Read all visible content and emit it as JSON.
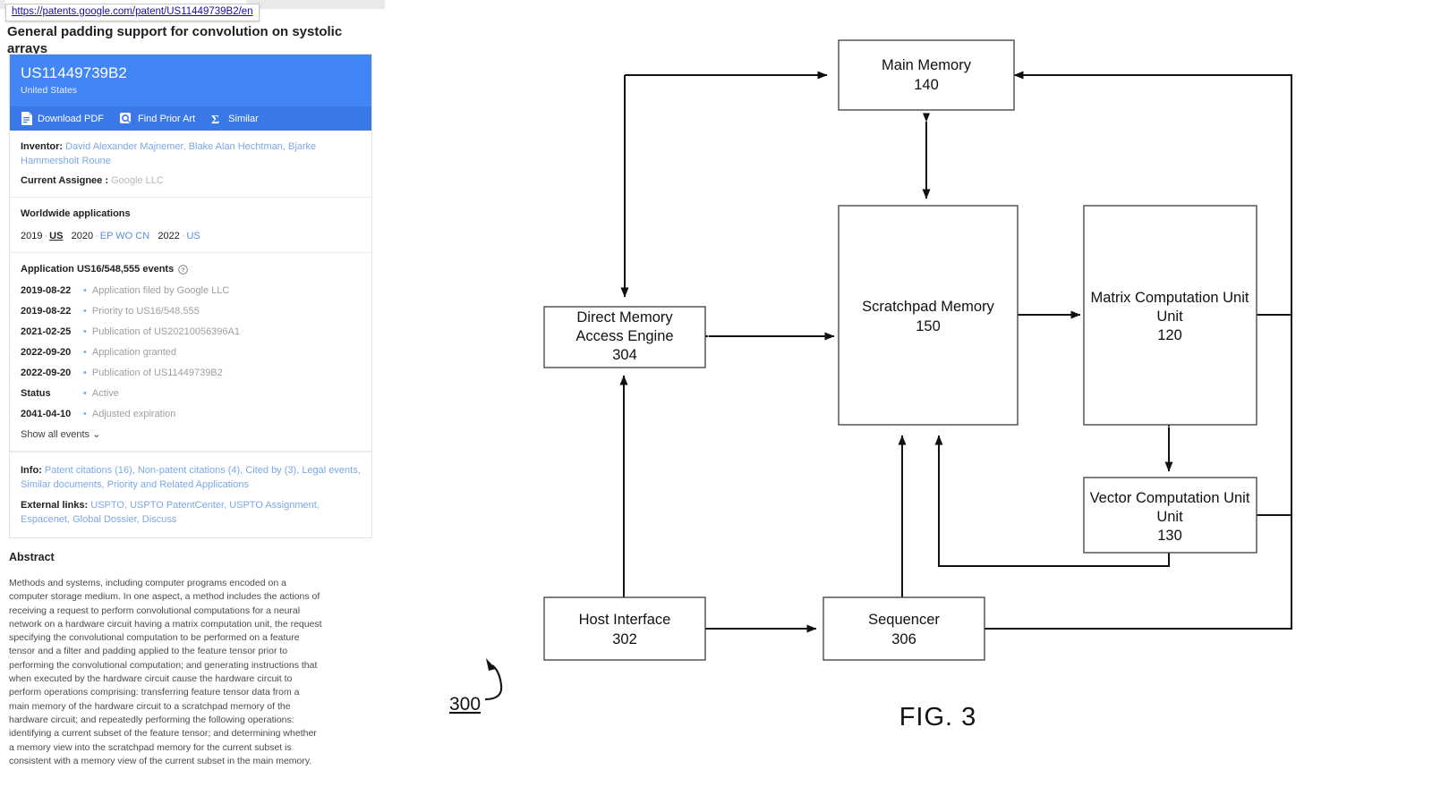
{
  "browser": {
    "url": "https://patents.google.com/patent/US11449739B2/en"
  },
  "patent": {
    "title": "General padding support for convolution on systolic arrays",
    "number": "US11449739B2",
    "country": "United States",
    "actions": [
      {
        "label": "Download PDF",
        "icon": "pdf-document-icon"
      },
      {
        "label": "Find Prior Art",
        "icon": "magnifier-icon"
      },
      {
        "label": "Similar",
        "icon": "sigma-icon"
      }
    ],
    "inventor_label": "Inventor:",
    "inventor_value": "David Alexander Majnemer, Blake Alan Hechtman, Bjarke Hammersholt Roune",
    "assignee_label": "Current Assignee :",
    "assignee_value": "Google LLC",
    "worldwide": {
      "heading": "Worldwide applications",
      "rows": [
        {
          "year": "2019",
          "codes": "US"
        },
        {
          "year": "2020",
          "codes": "EP WO CN"
        },
        {
          "year": "2022",
          "codes": "US"
        }
      ]
    },
    "events": {
      "heading": "Application US16/548,555 events",
      "help_icon": "question-circle-icon",
      "items": [
        {
          "date": "2019-08-22",
          "desc": "Application filed by Google LLC"
        },
        {
          "date": "2019-08-22",
          "desc": "Priority to US16/548,555"
        },
        {
          "date": "2021-02-25",
          "desc": "Publication of US20210056396A1"
        },
        {
          "date": "2022-09-20",
          "desc": "Application granted"
        },
        {
          "date": "2022-09-20",
          "desc": "Publication of US11449739B2"
        },
        {
          "date": "Status",
          "desc": "Active"
        },
        {
          "date": "2041-04-10",
          "desc": "Adjusted expiration"
        }
      ],
      "show_all": "Show all events",
      "show_all_icon": "chevron-down-icon"
    },
    "info": {
      "label": "Info:",
      "links": [
        "Patent citations (16)",
        "Non-patent citations (4)",
        "Cited by (3)",
        "Legal events",
        "Similar documents",
        "Priority and Related Applications"
      ]
    },
    "external": {
      "label": "External links:",
      "links": [
        "USPTO",
        "USPTO PatentCenter",
        "USPTO Assignment",
        "Espacenet",
        "Global Dossier",
        "Discuss"
      ]
    },
    "abstract_heading": "Abstract",
    "abstract_text": "Methods and systems, including computer programs encoded on a computer storage medium. In one aspect, a method includes the actions of receiving a request to perform convolutional computations for a neural network on a hardware circuit having a matrix computation unit, the request specifying the convolutional computation to be performed on a feature tensor and a filter and padding applied to the feature tensor prior to performing the convolutional computation; and generating instructions that when executed by the hardware circuit cause the hardware circuit to perform operations comprising: transferring feature tensor data from a main memory of the hardware circuit to a scratchpad memory of the hardware circuit; and repeatedly performing the following operations: identifying a current subset of the feature tensor; and determining whether a memory view into the scratchpad memory for the current subset is consistent with a memory view of the current subset in the main memory."
  },
  "figure": {
    "caption": "FIG. 3",
    "system_ref": "300",
    "blocks": [
      {
        "id": "main-memory",
        "name": "Main Memory",
        "ref": "140"
      },
      {
        "id": "scratchpad-memory",
        "name": "Scratchpad Memory",
        "ref": "150"
      },
      {
        "id": "matrix-computation-unit",
        "name": "Matrix Computation Unit",
        "ref": "120"
      },
      {
        "id": "vector-computation-unit",
        "name": "Vector Computation Unit",
        "ref": "130"
      },
      {
        "id": "direct-memory-access-engine",
        "name": "Direct Memory Access Engine",
        "ref": "304"
      },
      {
        "id": "host-interface",
        "name": "Host Interface",
        "ref": "302"
      },
      {
        "id": "sequencer",
        "name": "Sequencer",
        "ref": "306"
      }
    ]
  }
}
